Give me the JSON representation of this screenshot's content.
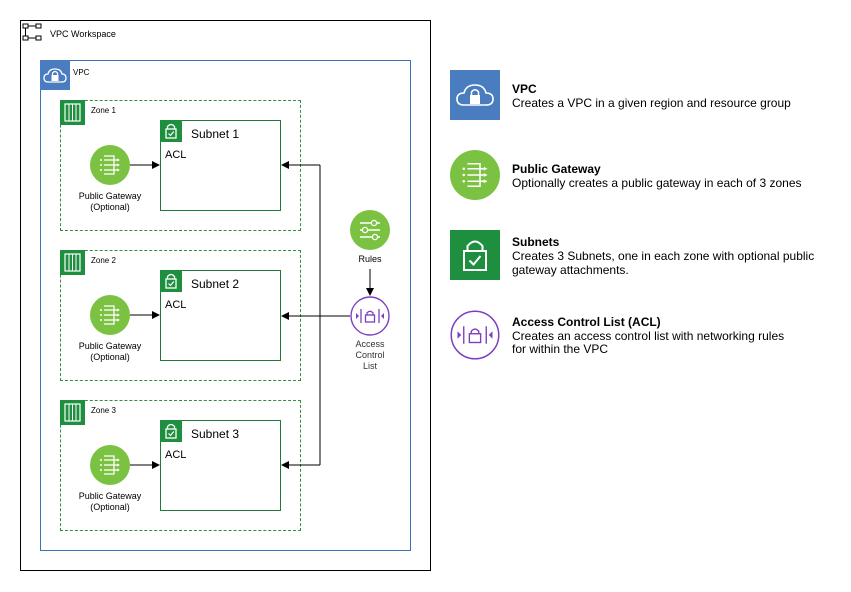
{
  "workspace": {
    "title": "VPC Workspace"
  },
  "vpc": {
    "label": "VPC"
  },
  "zones": [
    {
      "label": "Zone 1",
      "subnet": "Subnet 1",
      "acl": "ACL",
      "gw_line1": "Public Gateway",
      "gw_line2": "(Optional)"
    },
    {
      "label": "Zone 2",
      "subnet": "Subnet 2",
      "acl": "ACL",
      "gw_line1": "Public Gateway",
      "gw_line2": "(Optional)"
    },
    {
      "label": "Zone 3",
      "subnet": "Subnet 3",
      "acl": "ACL",
      "gw_line1": "Public Gateway",
      "gw_line2": "(Optional)"
    }
  ],
  "rules": {
    "label": "Rules"
  },
  "acl_node": {
    "line1": "Access",
    "line2": "Control",
    "line3": "List"
  },
  "legend": [
    {
      "title": "VPC",
      "desc1": "Creates a VPC in a given region and resource group",
      "desc2": ""
    },
    {
      "title": "Public Gateway",
      "desc1": "Optionally creates a public gateway in each of 3 zones",
      "desc2": ""
    },
    {
      "title": "Subnets",
      "desc1": "Creates 3 Subnets, one in each zone with optional public",
      "desc2": "gateway attachments."
    },
    {
      "title": "Access Control List (ACL)",
      "desc1": "Creates an access control list with networking rules",
      "desc2": "for within the VPC"
    }
  ],
  "colors": {
    "vpc_blue": "#4a7dc0",
    "green": "#7cc242",
    "dark_green": "#1e8f3e",
    "purple": "#7b3fc0"
  }
}
